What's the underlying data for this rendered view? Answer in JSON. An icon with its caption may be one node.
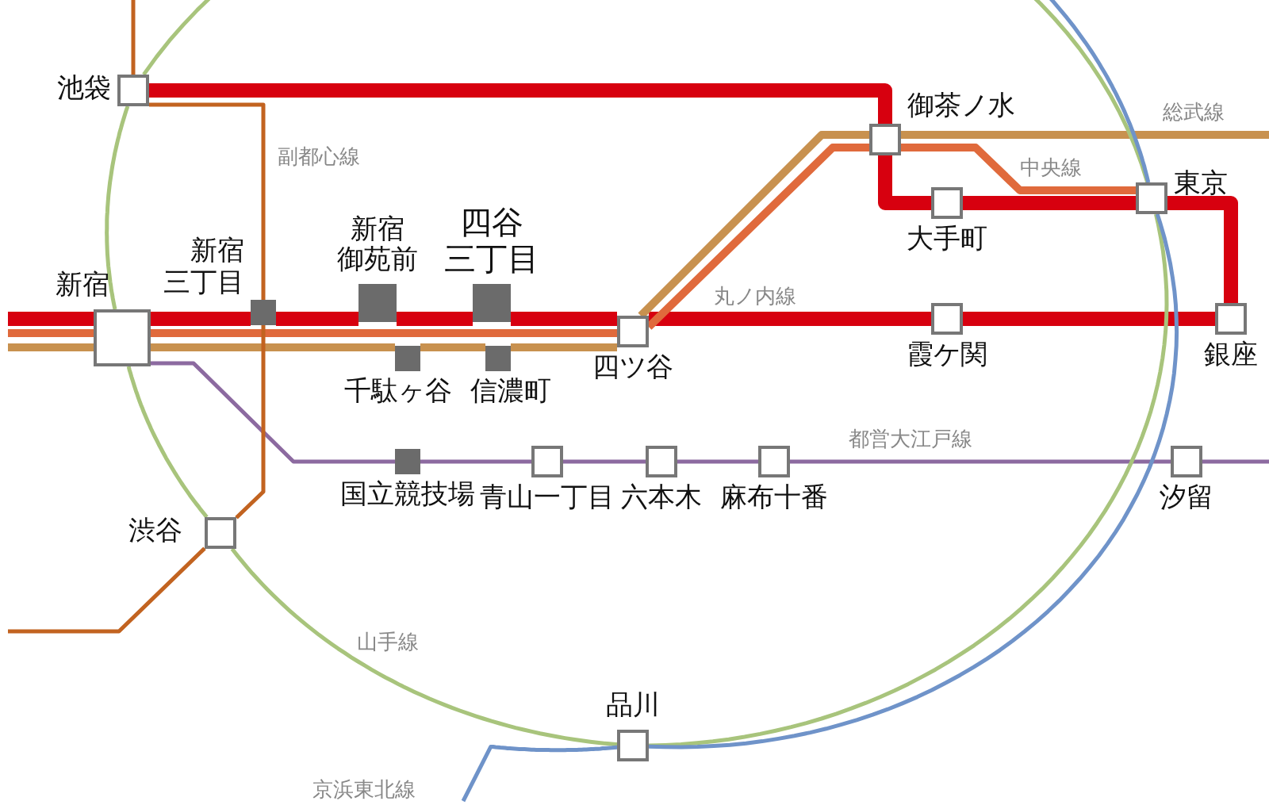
{
  "diagram": {
    "nodes": [
      {
        "text": [
          "池袋"
        ]
      },
      {
        "text": [
          "御茶ノ水"
        ]
      },
      {
        "text": [
          "東京"
        ]
      },
      {
        "text": [
          "新宿三丁目"
        ]
      },
      {
        "text": [
          "新宿御苑前"
        ]
      },
      {
        "text": [
          "四谷三丁目"
        ]
      },
      {
        "text": [
          "新宿"
        ]
      },
      {
        "text": [
          "大手町"
        ]
      },
      {
        "text": [
          "四ツ谷"
        ]
      },
      {
        "text": [
          "霞ケ関"
        ]
      },
      {
        "text": [
          "銀座"
        ]
      },
      {
        "text": [
          "千駄ヶ谷"
        ]
      },
      {
        "text": [
          "信濃町"
        ]
      },
      {
        "text": [
          "国立競技場"
        ]
      },
      {
        "text": [
          "青山一丁目"
        ]
      },
      {
        "text": [
          "六本木"
        ]
      },
      {
        "text": [
          "麻布十番"
        ]
      },
      {
        "text": [
          "汐留"
        ]
      },
      {
        "text": [
          "渋谷"
        ]
      },
      {
        "text": [
          "品川"
        ]
      }
    ],
    "edges": [
      {
        "from": 0,
        "to": 1,
        "arrow": "none",
        "style": "thick"
      },
      {
        "from": 1,
        "to": 7,
        "arrow": "none",
        "style": "thick"
      },
      {
        "from": 7,
        "to": 2,
        "arrow": "none",
        "style": "thick"
      },
      {
        "from": 2,
        "to": 10,
        "arrow": "none",
        "style": "thick"
      },
      {
        "from": 10,
        "to": 9,
        "arrow": "none",
        "style": "thick"
      },
      {
        "from": 9,
        "to": 8,
        "arrow": "none",
        "style": "thick"
      },
      {
        "from": 8,
        "to": 5,
        "arrow": "none",
        "style": "thick"
      },
      {
        "from": 5,
        "to": 4,
        "arrow": "none",
        "style": "thick"
      },
      {
        "from": 4,
        "to": 3,
        "arrow": "none",
        "style": "thick"
      },
      {
        "from": 3,
        "to": 6,
        "arrow": "none",
        "style": "thick"
      },
      {
        "from": null,
        "to": 6,
        "arrow": "none",
        "style": "thick"
      },
      {
        "from": 6,
        "to": 8,
        "arrow": "none",
        "color": "#e06a3c"
      },
      {
        "from": 8,
        "to": 1,
        "arrow": "none",
        "color": "#e06a3c"
      },
      {
        "from": 1,
        "to": 2,
        "arrow": "none",
        "color": "#e06a3c"
      },
      {
        "from": null,
        "to": 6,
        "arrow": "none",
        "color": "#e06a3c"
      },
      {
        "from": null,
        "to": 6,
        "arrow": "none",
        "color": "#c8914f"
      },
      {
        "from": 6,
        "to": 11,
        "arrow": "none",
        "color": "#c8914f"
      },
      {
        "from": 11,
        "to": 12,
        "arrow": "none",
        "color": "#c8914f"
      },
      {
        "from": 12,
        "to": 8,
        "arrow": "none",
        "color": "#c8914f"
      },
      {
        "from": 8,
        "to": 1,
        "arrow": "none",
        "color": "#c8914f"
      },
      {
        "from": 1,
        "to": null,
        "arrow": "none",
        "color": "#c8914f"
      },
      {
        "from": 6,
        "to": 13,
        "arrow": "none",
        "color": "#8c6aa0"
      },
      {
        "from": 13,
        "to": 14,
        "arrow": "none",
        "color": "#8c6aa0"
      },
      {
        "from": 14,
        "to": 15,
        "arrow": "none",
        "color": "#8c6aa0"
      },
      {
        "from": 15,
        "to": 16,
        "arrow": "none",
        "color": "#8c6aa0"
      },
      {
        "from": 16,
        "to": 17,
        "arrow": "none",
        "color": "#8c6aa0"
      },
      {
        "from": 17,
        "to": null,
        "arrow": "none",
        "color": "#8c6aa0"
      },
      {
        "from": null,
        "to": 0,
        "arrow": "none",
        "color": "#c26320"
      },
      {
        "from": 0,
        "to": 3,
        "arrow": "none",
        "color": "#c26320"
      },
      {
        "from": 3,
        "to": 18,
        "arrow": "none",
        "color": "#c26320"
      },
      {
        "from": 18,
        "to": null,
        "arrow": "none",
        "color": "#c26320"
      },
      {
        "from": 0,
        "to": 6,
        "arrow": "none",
        "color": "#a8c47c"
      },
      {
        "from": 6,
        "to": 18,
        "arrow": "none",
        "color": "#a8c47c"
      },
      {
        "from": 18,
        "to": 19,
        "arrow": "none",
        "color": "#a8c47c"
      },
      {
        "from": 19,
        "to": 2,
        "arrow": "none",
        "color": "#a8c47c"
      },
      {
        "from": 2,
        "to": 0,
        "arrow": "none",
        "color": "#a8c47c"
      },
      {
        "from": null,
        "to": 2,
        "arrow": "none",
        "color": "#6f93c9"
      },
      {
        "from": 2,
        "to": 19,
        "arrow": "none",
        "color": "#6f93c9"
      },
      {
        "from": 19,
        "to": null,
        "arrow": "none",
        "color": "#6f93c9"
      }
    ],
    "labels": [
      "副都心線",
      "総武線",
      "中央線",
      "丸ノ内線",
      "都営大江戸線",
      "山手線",
      "京浜東北線"
    ]
  }
}
